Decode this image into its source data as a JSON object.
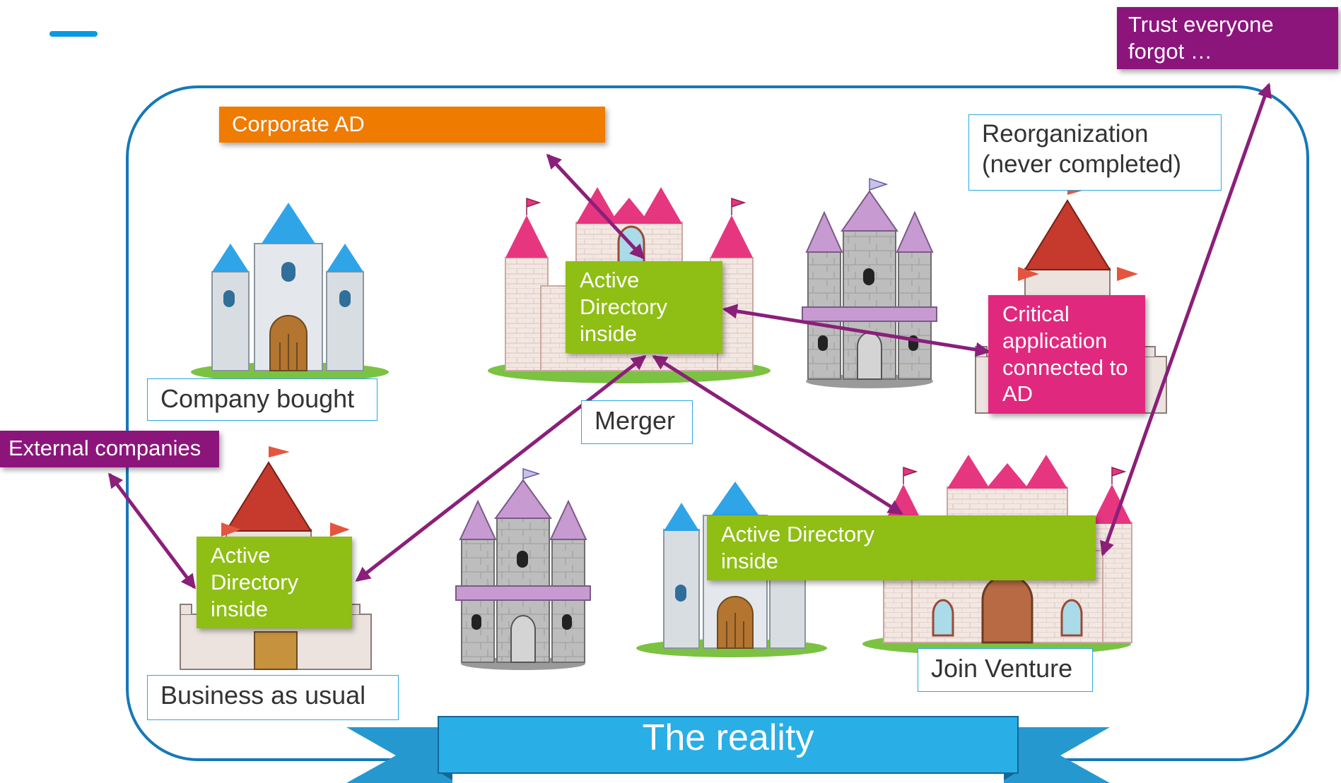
{
  "title": "The reality",
  "colors": {
    "accent": "#0a9ae0",
    "frame": "#1479b8",
    "arrow": "#8b1f7a",
    "ad_green": "#8fbe14",
    "corporate_orange": "#ef7b00",
    "purple": "#8c157c",
    "magenta": "#e0287e",
    "banner": "#29aee6"
  },
  "labels": {
    "corporate_ad": "Corporate AD",
    "reorganization": "Reorganization\n(never completed)",
    "trust_forgot": "Trust everyone\nforgot …",
    "ad_merger": "Active\nDirectory\ninside",
    "critical_app": "Critical\napplication\nconnected to\nAD",
    "company_bought": "Company bought",
    "merger": "Merger",
    "external_companies": "External companies",
    "ad_business": "Active\nDirectory\ninside",
    "ad_joint": "Active Directory\ninside",
    "join_venture": "Join Venture",
    "business_as_usual": "Business as usual"
  },
  "castles": [
    {
      "icon": "white-blue-castle-icon"
    },
    {
      "icon": "pink-castle-icon"
    },
    {
      "icon": "gray-purple-castle-icon"
    },
    {
      "icon": "red-roof-fort-icon"
    },
    {
      "icon": "red-roof-fort-icon"
    },
    {
      "icon": "gray-purple-castle-icon"
    },
    {
      "icon": "white-blue-castle-icon"
    },
    {
      "icon": "pink-castle-icon"
    }
  ]
}
